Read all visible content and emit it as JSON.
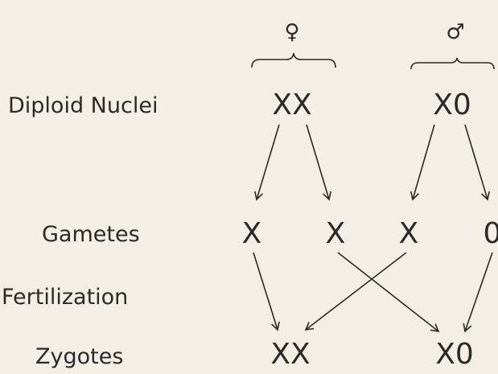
{
  "labels": {
    "diploid": "Diploid Nuclei",
    "gametes": "Gametes",
    "fertilization": "Fertilization",
    "zygotes": "Zygotes"
  },
  "parents": {
    "female_symbol": "♀",
    "male_symbol": "♂",
    "female_nucleus": "XX",
    "male_nucleus": "X0"
  },
  "gametes": [
    "X",
    "X",
    "X",
    "0"
  ],
  "zygotes": [
    "XX",
    "X0"
  ]
}
